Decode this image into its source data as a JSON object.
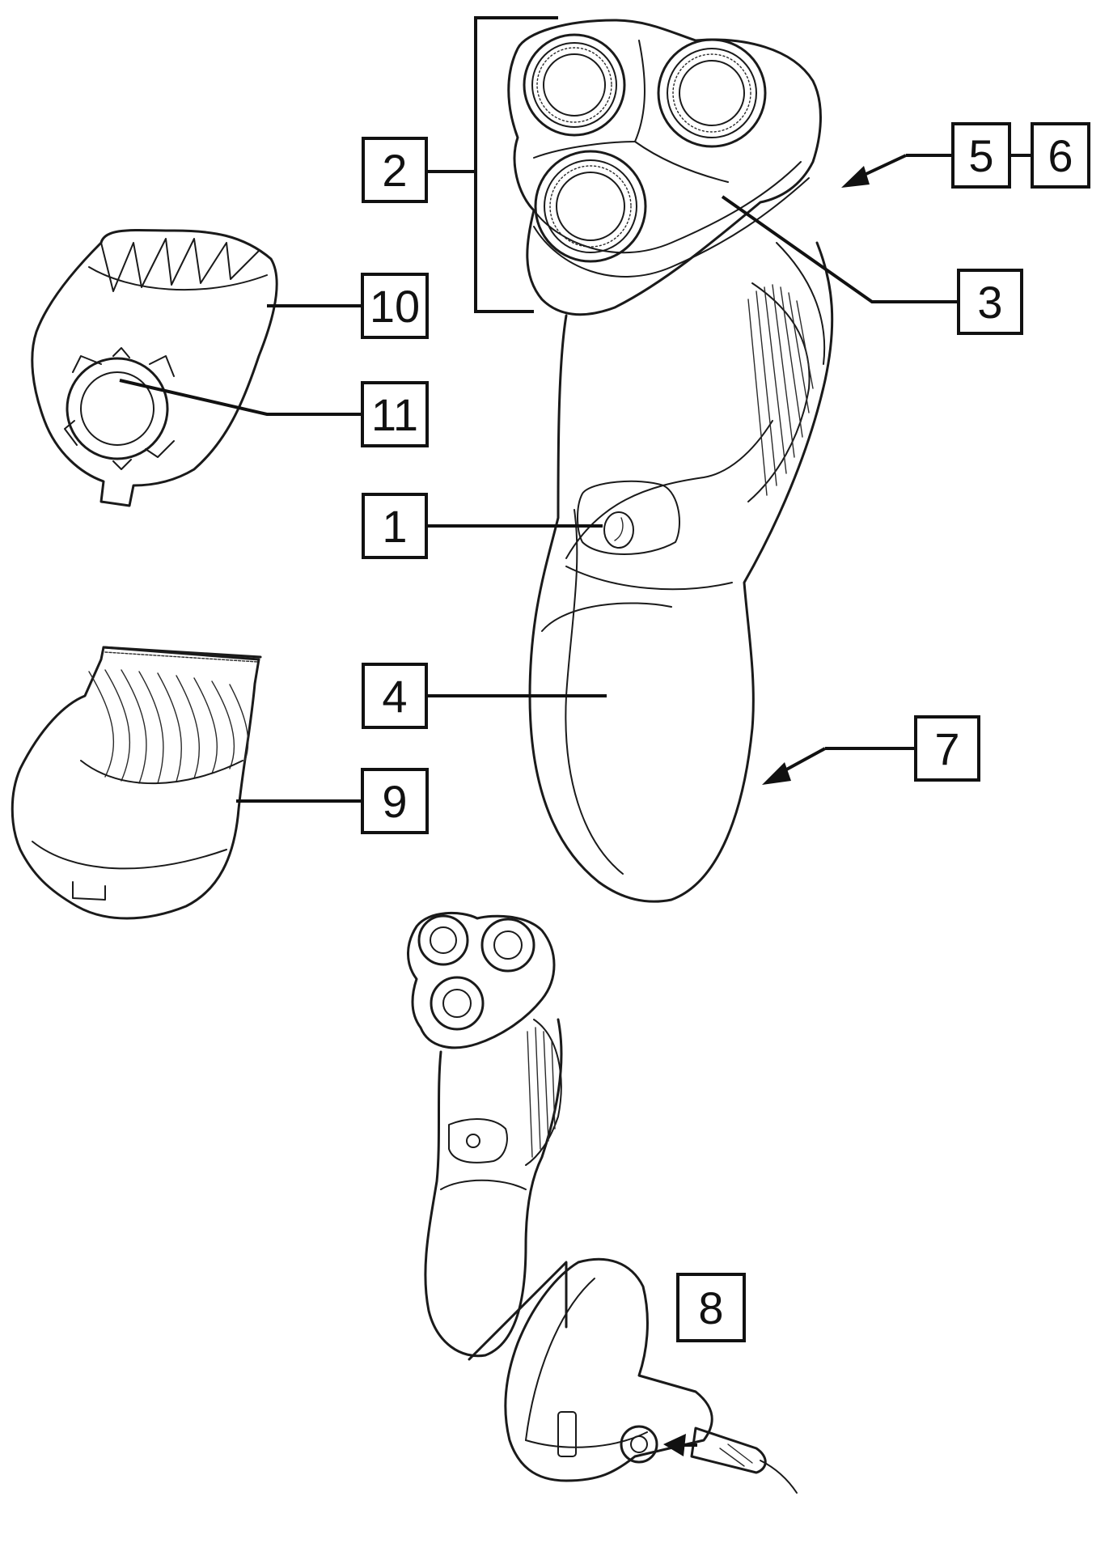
{
  "diagram": {
    "callouts": [
      {
        "id": "c1",
        "number": "1"
      },
      {
        "id": "c2",
        "number": "2"
      },
      {
        "id": "c3",
        "number": "3"
      },
      {
        "id": "c4",
        "number": "4"
      },
      {
        "id": "c5",
        "number": "5"
      },
      {
        "id": "c6",
        "number": "6"
      },
      {
        "id": "c7",
        "number": "7"
      },
      {
        "id": "c8",
        "number": "8"
      },
      {
        "id": "c9",
        "number": "9"
      },
      {
        "id": "c10",
        "number": "10"
      },
      {
        "id": "c11",
        "number": "11"
      }
    ]
  },
  "colors": {
    "line": "#1a1a1a",
    "background": "#ffffff"
  },
  "icons": [
    "shaver-illustration",
    "trimmer-attachment-illustration",
    "styling-comb-illustration",
    "charging-stand-illustration",
    "power-plug-illustration"
  ]
}
